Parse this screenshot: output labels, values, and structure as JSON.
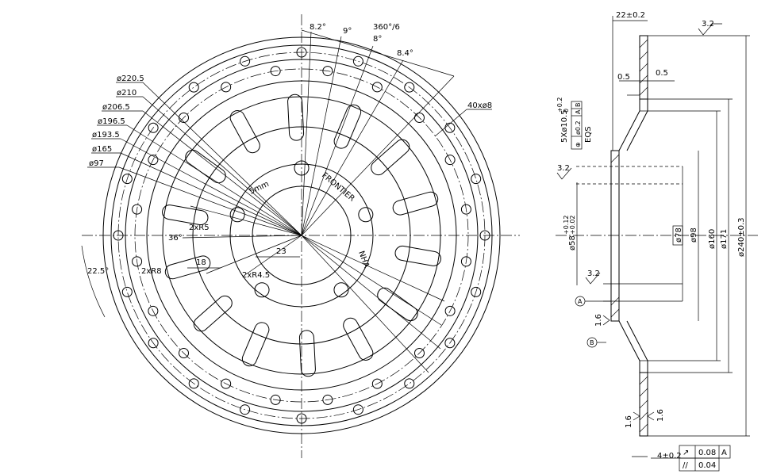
{
  "front_view": {
    "diameter_labels": [
      "ø220.5",
      "ø210",
      "ø206.5",
      "ø196.5",
      "ø193.5",
      "ø165",
      "ø97"
    ],
    "angle_labels": [
      "8.2°",
      "9°",
      "8°",
      "8.4°",
      "360°/6"
    ],
    "hole_callout": "40xø8",
    "radius_labels": [
      "2xR5",
      "2xR8",
      "2xR4.5"
    ],
    "dims": [
      "36°",
      "22.5°",
      "18",
      "23"
    ],
    "engraving": [
      "5mm",
      "FRONTIER",
      "NHA"
    ]
  },
  "side_view": {
    "dims": [
      "22±0.2",
      "0.5",
      "0.5",
      "4±0.2"
    ],
    "diameters": [
      "ø58",
      "ø78",
      "ø98",
      "ø160",
      "ø171",
      "ø240±0.3"
    ],
    "fit_tol": [
      "+0.12",
      "+0.02"
    ],
    "hole_spec": [
      "5Xø10.5",
      "EQS"
    ],
    "hole_tol": [
      "+0.2",
      "0"
    ],
    "position_frame": [
      "⊕",
      "ø0.2",
      "A",
      "B"
    ],
    "roughness": [
      "3.2",
      "3.2",
      "3.2",
      "1.6",
      "1.6",
      "1.6"
    ],
    "datums": [
      "A",
      "B"
    ],
    "runout_frame": [
      "↗",
      "0.08",
      "A"
    ],
    "parallel_frame": [
      "//",
      "0.04"
    ]
  }
}
